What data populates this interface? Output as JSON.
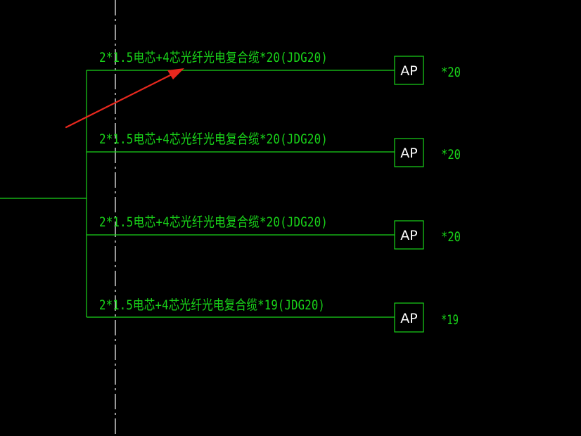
{
  "diagram": {
    "colors": {
      "background": "#000000",
      "wire": "#19d419",
      "text": "#19d419",
      "device_box": "#19d419",
      "device_text": "#ffffff",
      "centerline": "#ffffff",
      "arrow": "#e8281e"
    },
    "branches": [
      {
        "cable_label": "2*1.5电芯+4芯光纤光电复合缆*20(JDG20)",
        "device_label": "AP",
        "quantity": "*20"
      },
      {
        "cable_label": "2*1.5电芯+4芯光纤光电复合缆*20(JDG20)",
        "device_label": "AP",
        "quantity": "*20"
      },
      {
        "cable_label": "2*1.5电芯+4芯光纤光电复合缆*20(JDG20)",
        "device_label": "AP",
        "quantity": "*20"
      },
      {
        "cable_label": "2*1.5电芯+4芯光纤光电复合缆*19(JDG20)",
        "device_label": "AP",
        "quantity": "*19"
      }
    ],
    "annotation_arrow": {
      "icon": "arrow-icon",
      "points_to": "branch-1-cable-label"
    }
  }
}
